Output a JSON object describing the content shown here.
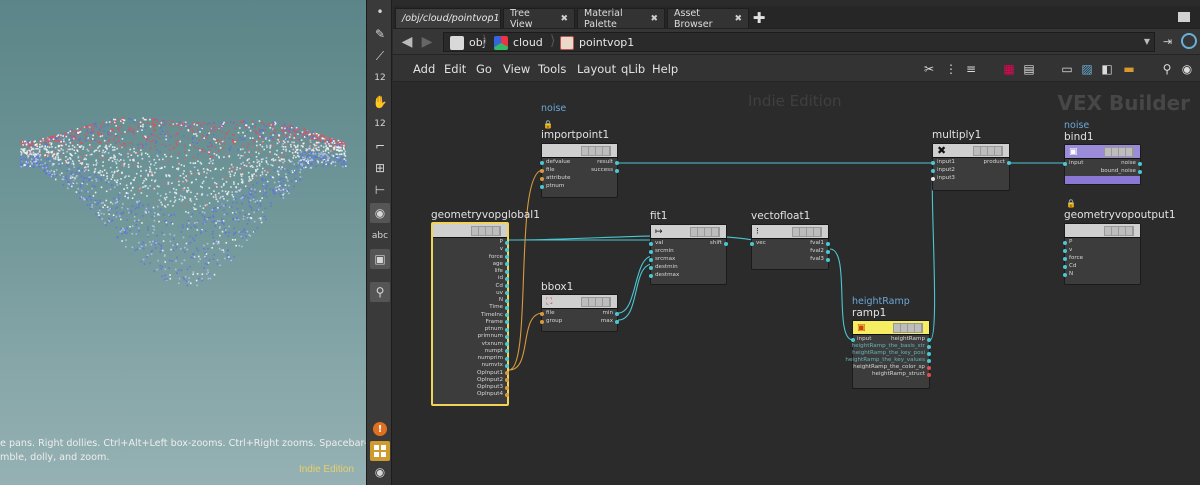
{
  "viewport": {
    "hint_lines": [
      "e pans. Right dollies. Ctrl+Alt+Left box-zooms. Ctrl+Right zooms. Spacebar-Ctrl-Left",
      "mble, dolly, and zoom."
    ],
    "watermark": "Indie Edition"
  },
  "shelf": {
    "tools": [
      {
        "name": "select-dot-icon",
        "glyph": "•"
      },
      {
        "name": "brush-icon",
        "glyph": "✎"
      },
      {
        "name": "wand-icon",
        "glyph": "⟋"
      },
      {
        "name": "twelve-icon",
        "glyph": "12"
      },
      {
        "name": "hand-icon",
        "glyph": "✋"
      },
      {
        "name": "twelve-icon-2",
        "glyph": "12"
      },
      {
        "name": "curve-icon",
        "glyph": "⌐"
      },
      {
        "name": "grid-snap-icon",
        "glyph": "⊞"
      },
      {
        "name": "axis-icon",
        "glyph": "⊢"
      },
      {
        "name": "circle-icon",
        "glyph": "◉"
      },
      {
        "name": "text-icon",
        "glyph": "abc"
      },
      {
        "name": "image-icon",
        "glyph": "▣"
      },
      {
        "name": "pin-icon",
        "glyph": "⚲"
      }
    ],
    "warn_glyph": "!",
    "eye_glyph": "◉"
  },
  "tabs": [
    {
      "label": "/obj/cloud/pointvop1",
      "active": true
    },
    {
      "label": "Tree View",
      "active": false
    },
    {
      "label": "Material Palette",
      "active": false
    },
    {
      "label": "Asset Browser",
      "active": false
    }
  ],
  "tab_close_glyph": "✖",
  "tab_add_glyph": "✚",
  "path": {
    "crumbs": [
      "obj",
      "cloud",
      "pointvop1"
    ],
    "back_glyph": "◀",
    "forward_glyph": "▶",
    "drop_glyph": "▼",
    "pin_glyph": "⇥"
  },
  "menus": [
    "Add",
    "Edit",
    "Go",
    "View",
    "Tools",
    "Layout",
    "qLib",
    "Help"
  ],
  "menu_tools": [
    {
      "name": "wrench-icon",
      "glyph": "✂"
    },
    {
      "name": "tree-icon",
      "glyph": "⋮"
    },
    {
      "name": "list-icon",
      "glyph": "≡"
    },
    {
      "name": "color-grid-icon",
      "glyph": "▦"
    },
    {
      "name": "tile-icon",
      "glyph": "▤"
    },
    {
      "name": "notes-icon",
      "glyph": "▭"
    },
    {
      "name": "image-add-icon",
      "glyph": "▨"
    },
    {
      "name": "wrench-gear-icon",
      "glyph": "◧"
    },
    {
      "name": "gold-box-icon",
      "glyph": "▬"
    },
    {
      "name": "search-icon",
      "glyph": "⚲"
    },
    {
      "name": "eye-icon",
      "glyph": "◉"
    }
  ],
  "graph": {
    "edition": "Indie Edition",
    "context": "VEX Builder"
  },
  "nodes": {
    "importpoint1": {
      "comment": "noise",
      "title": "importpoint1",
      "inputs": [
        "defvalue",
        "file",
        "attribute",
        "ptnum"
      ],
      "outputs": [
        "result",
        "success"
      ]
    },
    "multiply1": {
      "title": "multiply1",
      "inputs": [
        "input1",
        "input2",
        "input3"
      ],
      "outputs": [
        "product"
      ]
    },
    "bind1": {
      "comment": "noise",
      "title": "bind1",
      "inputs": [
        "input"
      ],
      "outputs": [
        "noise",
        "bound_noise"
      ]
    },
    "geovop": {
      "title": "geometryvopglobal1",
      "outputs": [
        "P",
        "v",
        "force",
        "age",
        "life",
        "id",
        "Cd",
        "uv",
        "N",
        "Time",
        "TimeInc",
        "Frame",
        "ptnum",
        "primnum",
        "vtxnum",
        "numpt",
        "numprim",
        "numvtx",
        "OpInput1",
        "OpInput2",
        "OpInput3",
        "OpInput4"
      ]
    },
    "fit1": {
      "title": "fit1",
      "inputs": [
        "val",
        "srcmin",
        "srcmax",
        "destmin",
        "destmax"
      ],
      "outputs": [
        "shift"
      ]
    },
    "vectofloat1": {
      "title": "vectofloat1",
      "inputs": [
        "vec"
      ],
      "outputs": [
        "fval1",
        "fval2",
        "fval3"
      ]
    },
    "geovopout": {
      "title": "geometryvopoutput1",
      "inputs": [
        "P",
        "v",
        "force",
        "Cd",
        "N"
      ]
    },
    "bbox1": {
      "title": "bbox1",
      "inputs": [
        "file",
        "group"
      ],
      "outputs": [
        "min",
        "max"
      ]
    },
    "ramp1": {
      "comment": "heightRamp",
      "title": "ramp1",
      "inputs": [
        "input"
      ],
      "outputs": [
        "heightRamp",
        "heightRamp_the_basis_str",
        "heightRamp_the_key_posi",
        "heightRamp_the_key_values",
        "heightRamp_the_color_sp",
        "heightRamp_struct"
      ]
    }
  }
}
